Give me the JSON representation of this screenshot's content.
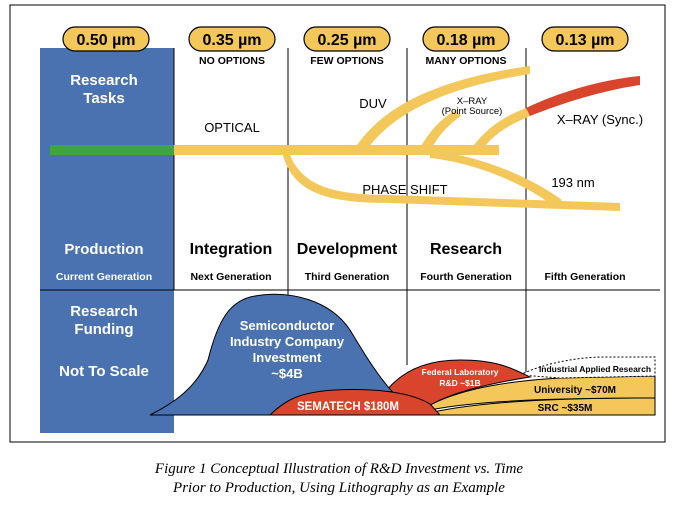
{
  "nodes": [
    {
      "label": "0.50 µm"
    },
    {
      "label": "0.35 µm",
      "options": "NO OPTIONS"
    },
    {
      "label": "0.25 µm",
      "options": "FEW OPTIONS"
    },
    {
      "label": "0.18 µm",
      "options": "MANY OPTIONS"
    },
    {
      "label": "0.13 µm"
    }
  ],
  "left_panel": {
    "research_tasks": [
      "Research",
      "Tasks"
    ],
    "production": "Production",
    "current_generation": "Current Generation",
    "research_funding": [
      "Research",
      "Funding"
    ],
    "not_to_scale": "Not To Scale"
  },
  "stages": [
    {
      "name": "Integration",
      "generation": "Next Generation"
    },
    {
      "name": "Development",
      "generation": "Third Generation"
    },
    {
      "name": "Research",
      "generation": "Fourth Generation"
    },
    {
      "name": "",
      "generation": "Fifth Generation"
    }
  ],
  "tech_labels": {
    "optical": "OPTICAL",
    "duv": "DUV",
    "xray_point": [
      "X–RAY",
      "(Point Source)"
    ],
    "xray_sync": "X–RAY (Sync.)",
    "nm193": "193 nm",
    "phase_shift": "PHASE SHIFT"
  },
  "funding": {
    "semiconductor": [
      "Semiconductor",
      "Industry Company",
      "Investment",
      "~$4B"
    ],
    "sematech": "SEMATECH $180M",
    "federal": [
      "Federal Laboratory",
      "R&D ~$1B"
    ],
    "industrial": "Industrial Applied Research",
    "university": "University ~$70M",
    "src": "SRC ~$35M"
  },
  "caption": [
    "Figure 1   Conceptual Illustration of R&D Investment vs. Time",
    "Prior to Production, Using Lithography as an Example"
  ],
  "colors": {
    "blue": "#4a72b0",
    "green": "#3fa63f",
    "tan": "#f4c75a",
    "red": "#d9452c",
    "pill": "#f4c75a"
  }
}
